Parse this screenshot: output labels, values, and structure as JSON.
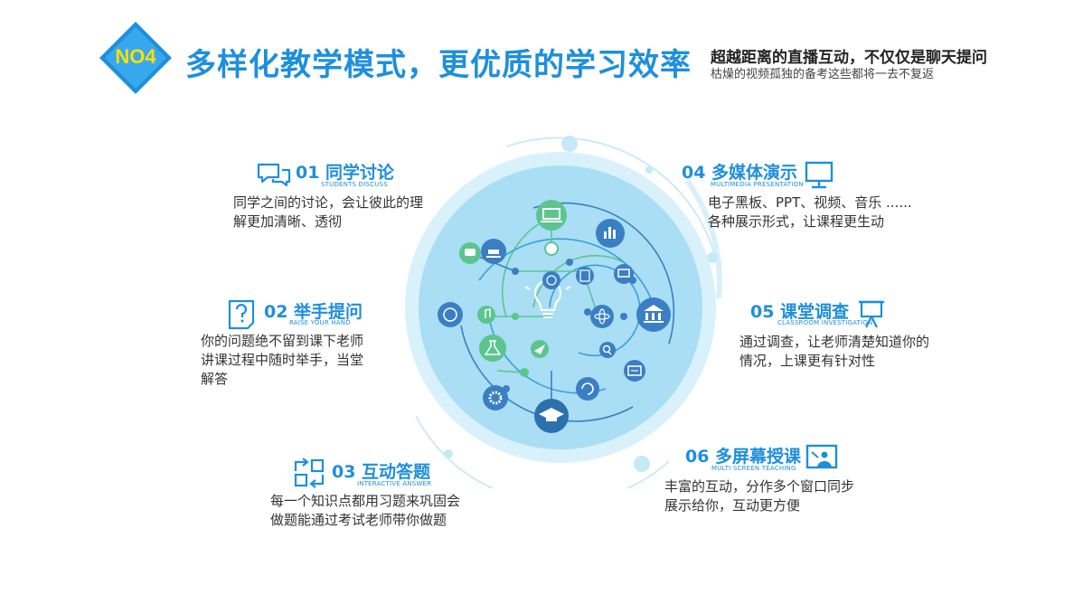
{
  "header": {
    "badge": "NO4",
    "title": "多样化教学模式，更优质的学习效率",
    "subtitle": "超越距离的直播互动，不仅仅是聊天提问",
    "tagline": "枯燥的视频孤独的备考这些都将一去不复返"
  },
  "colors": {
    "accent": "#1e8fdc",
    "badge_yellow": "#ffe000",
    "circle_light": "#c9ebf9",
    "circle_mid": "#a7dff5",
    "network_green": "#5cc58f"
  },
  "features": [
    {
      "title": "01 同学讨论",
      "subtitle_en": "STUDENTS DISCUSS",
      "icon": "chat-bubbles-icon",
      "lines": [
        "同学之间的讨论，会让彼此的理",
        "解更加清晰、透彻"
      ]
    },
    {
      "title": "02 举手提问",
      "subtitle_en": "RAISE YOUR HAND",
      "icon": "question-clipboard-icon",
      "lines": [
        "你的问题绝不留到课下老师",
        "讲课过程中随时举手，当堂",
        "解答"
      ]
    },
    {
      "title": "03 互动答题",
      "subtitle_en": "INTERACTIVE ANSWER",
      "icon": "sync-arrows-icon",
      "lines": [
        "每一个知识点都用习题来巩固会",
        "做题能通过考试老师带你做题"
      ]
    },
    {
      "title": "04 多媒体演示",
      "subtitle_en": "MULTIMEDIA PRESENTATION",
      "icon": "monitor-icon",
      "lines": [
        "电子黑板、PPT、视频、音乐 ......",
        "各种展示形式，让课程更生动"
      ]
    },
    {
      "title": "05 课堂调查",
      "subtitle_en": "CLASSROOM INVESTIGATION",
      "icon": "easel-icon",
      "lines": [
        "通过调查，让老师清楚知道你的",
        "情况，上课更有针对性"
      ]
    },
    {
      "title": "06 多屏幕授课",
      "subtitle_en": "MULTI SCREEN TEACHING",
      "icon": "screen-teacher-icon",
      "lines": [
        "丰富的互动，分作多个窗口同步",
        "展示给你，互动更方便"
      ]
    }
  ],
  "center_graphic": {
    "icons": [
      "laptop-icon",
      "bar-chart-icon",
      "monitor-icon",
      "bank-icon",
      "atom-icon",
      "search-icon",
      "news-icon",
      "refresh-icon",
      "graduation-cap-icon",
      "gear-icon",
      "flask-icon",
      "paper-plane-icon",
      "music-note-icon",
      "palette-icon",
      "chat-icon",
      "gavel-icon",
      "globe-icon",
      "calculator-icon",
      "lightbulb-icon"
    ]
  }
}
